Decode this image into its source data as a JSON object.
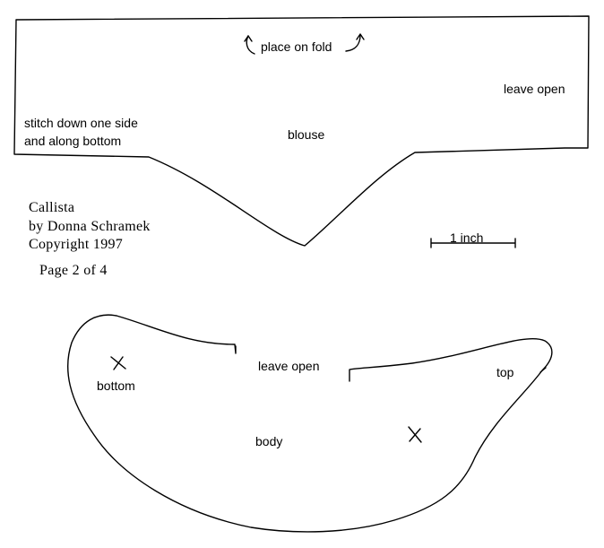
{
  "blouse_piece": {
    "fold_label": "place on fold",
    "leave_open_label": "leave open",
    "stitch_line1": "stitch down one side",
    "stitch_line2": "and along bottom",
    "name": "blouse"
  },
  "credits": {
    "title": "Callista",
    "author": "by Donna Schramek",
    "copyright": "Copyright 1997",
    "page": "Page 2 of 4"
  },
  "scale": {
    "label": "1 inch"
  },
  "body_piece": {
    "leave_open_label": "leave open",
    "bottom_label": "bottom",
    "top_label": "top",
    "name": "body"
  },
  "colors": {
    "ink": "#000000",
    "paper": "#ffffff"
  }
}
